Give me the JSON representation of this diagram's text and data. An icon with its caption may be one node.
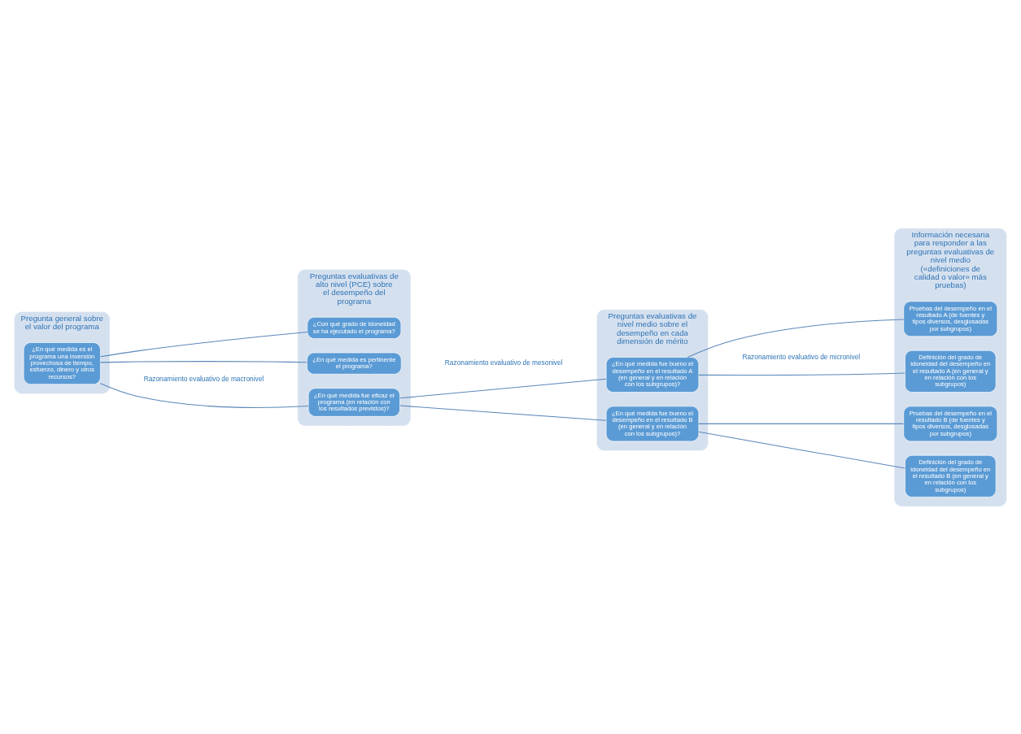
{
  "diagram": {
    "nodes": [
      {
        "text": [
          "Pregunta general sobre el valor del programa"
        ]
      },
      {
        "text": [
          "¿En qué medida es el programa una inversión provechosa de tiempo, esfuerzo, dinero y otros recursos?"
        ],
        "in": 0
      },
      {
        "text": [
          "Preguntas evaluativas de alto nivel (PCE) sobre el desempeño del programa"
        ]
      },
      {
        "text": [
          "¿En qué medida es pertinente el programa?"
        ],
        "in": 2
      },
      {
        "text": [
          "¿Con qué grado de idoneidad se ha ejecutado el programa?"
        ],
        "in": 2
      },
      {
        "text": [
          "¿En qué medida fue eficaz el programa (en relación con los resultados previstos)?"
        ],
        "in": 2
      },
      {
        "text": [
          "Preguntas evaluativas de nivel medio sobre el desempeño en cada dimensión de mérito"
        ]
      },
      {
        "text": [
          "¿En qué medida fue bueno el desempeño en el resultado A (en general y en relación con los subgrupos)?"
        ],
        "in": 6
      },
      {
        "text": [
          "¿En qué medida fue bueno el desempeño en el resultado B (en general y en relación con los subgrupos)?"
        ],
        "in": 6
      },
      {
        "text": [
          "Información necesaria para responder a las preguntas evaluativas de nivel medio («definiciones de calidad o valor» más pruebas)"
        ]
      },
      {
        "text": [
          "Definición del grado de idoneidad del desempeño en el resultado A (en general y en relación con los subgrupos)"
        ],
        "in": 9
      },
      {
        "text": [
          "Pruebas del desempeño en el resultado A (de fuentes y tipos diversos, desglosadas por subgrupos)"
        ],
        "in": 9
      },
      {
        "text": [
          "Definición del grado de idoneidad del desempeño en el resultado B (en general y en relación con los subgrupos)"
        ],
        "in": 9
      },
      {
        "text": [
          "Pruebas del desempeño en el resultado B (de fuentes y tipos diversos, desglosadas por subgrupos)"
        ],
        "in": 9
      }
    ],
    "edges": [
      {
        "from": 1,
        "to": 3,
        "arrow": "none"
      },
      {
        "from": 1,
        "to": 4,
        "arrow": "none"
      },
      {
        "from": 1,
        "to": 5,
        "arrow": "none"
      },
      {
        "from": 5,
        "to": 7,
        "arrow": "none"
      },
      {
        "from": 5,
        "to": 8,
        "arrow": "none"
      },
      {
        "from": 7,
        "to": 10,
        "arrow": "none"
      },
      {
        "from": 7,
        "to": 11,
        "arrow": "none"
      },
      {
        "from": 8,
        "to": 12,
        "arrow": "none"
      },
      {
        "from": 8,
        "to": 13,
        "arrow": "none"
      }
    ],
    "labels": [
      "Razonamiento evaluativo de macronivel",
      "Razonamiento evaluativo de mesonivel",
      "Razonamiento evaluativo de micronivel"
    ]
  }
}
